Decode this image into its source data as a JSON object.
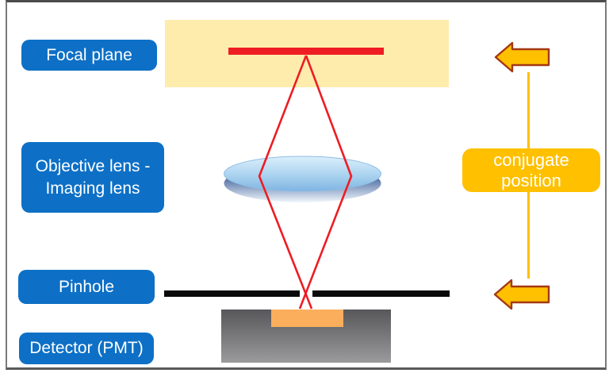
{
  "labels": {
    "focal_plane": "Focal plane",
    "objective_line1": "Objective lens -",
    "objective_line2": "Imaging lens",
    "pinhole": "Pinhole",
    "detector": "Detector (PMT)",
    "conjugate_line1": "conjugate",
    "conjugate_line2": "position"
  },
  "icons": {
    "arrow_top": "left-block-arrow",
    "arrow_bottom": "left-block-arrow"
  },
  "colors": {
    "label_blue": "#0D70C6",
    "gold": "#FFC000",
    "arrow_outline": "#A33914",
    "focal_band_cream": "#FEECAD",
    "ray_red": "#EE1C23",
    "pinhole_black": "#0A0A0A",
    "detector_window_orange": "#FBAE5B",
    "lens_light_blue": "#CBE5F7",
    "lens_dark_blue": "#48679F",
    "frame_gray": "#6E6E6E"
  }
}
